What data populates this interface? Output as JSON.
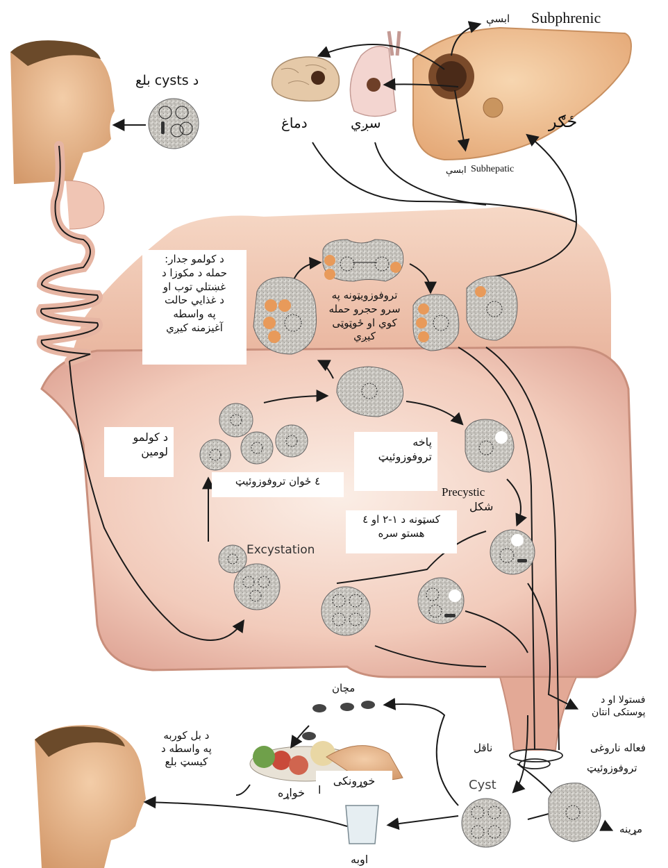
{
  "colors": {
    "skin": "#e9b98e",
    "colon": "#e7b7a4",
    "colon_edge": "#c98f7c",
    "liver": "#f2c49a",
    "liver_edge": "#c88f5f",
    "cell": "#cdcbc6",
    "nucleus_dot": "#333333",
    "vacuole_orange": "#e89a5a",
    "arrow": "#1a1a1a"
  },
  "labels": {
    "subphrenic": "Subphrenic",
    "subphrenic_abscess": "ابسې",
    "liver": "ځګر",
    "lung": "سږي",
    "brain": "دماغ",
    "subhepatic": "Subhepatic",
    "subhepatic_abscess": "ابسې",
    "ingestion": "د cysts بلع",
    "colon_wall": "د کولمو جدار:\nحمله د مکوزا د\nغښتلي توب او\nد غذايي حالت\nپه واسطه\nآغيزمنه کيږي",
    "trophozoites_invade": "تروفوزويټونه په\nسرو حجرو حمله\nکوي او ځوټوټی\nکيږي",
    "colon_lumen": "د کولمو\nلومين",
    "four_trophozoites": "٤ ځوان تروفوزوئيټ",
    "mature_trophozoite": "پاخه\nتروفوزوئيټ",
    "precystic_en": "Precystic",
    "precystic_ps": "شکل",
    "cysts_nuclei": "کسټونه د ١-٢ او ٤\nهستو سره",
    "excystation": "Excystation",
    "flies": "مچان",
    "food": "خواړه",
    "hands": "خوړونکی",
    "separator": "ا",
    "water": "اوبه",
    "ingestion_food": "د بل کوربه\nپه واسطه د\nکيسټ بلع",
    "fistula": "فستولا او د\nپوستکی انتان",
    "carrier": "ناقل",
    "active_patient": "فعاله ناروغی",
    "trophozoite": "تروفوزوئيټ",
    "cyst": "Cyst",
    "feces": "مړينه"
  }
}
